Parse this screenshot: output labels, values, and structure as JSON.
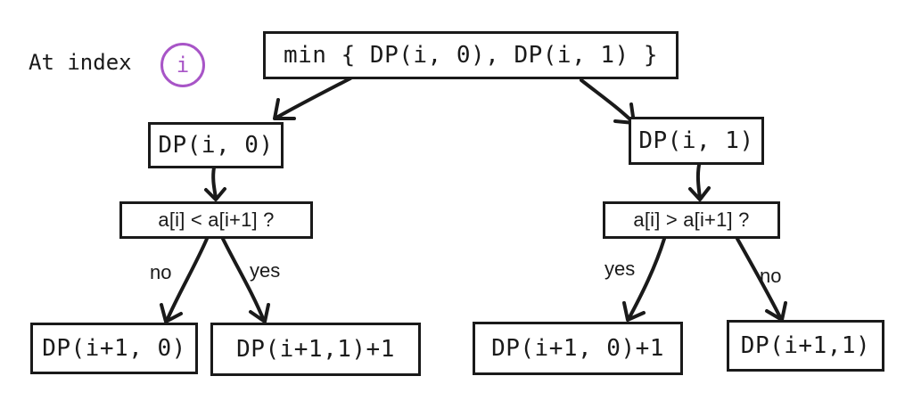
{
  "header": {
    "label": "At index",
    "index_symbol": "i",
    "accent_color": "#a855c7"
  },
  "root": {
    "text": "min { DP(i, 0), DP(i, 1) }"
  },
  "left": {
    "node": "DP(i, 0)",
    "condition": "a[i] < a[i+1] ?",
    "branch_no_label": "no",
    "branch_yes_label": "yes",
    "result_no": "DP(i+1, 0)",
    "result_yes": "DP(i+1,1)+1"
  },
  "right": {
    "node": "DP(i, 1)",
    "condition": "a[i] > a[i+1] ?",
    "branch_yes_label": "yes",
    "branch_no_label": "no",
    "result_yes": "DP(i+1, 0)+1",
    "result_no": "DP(i+1,1)"
  }
}
